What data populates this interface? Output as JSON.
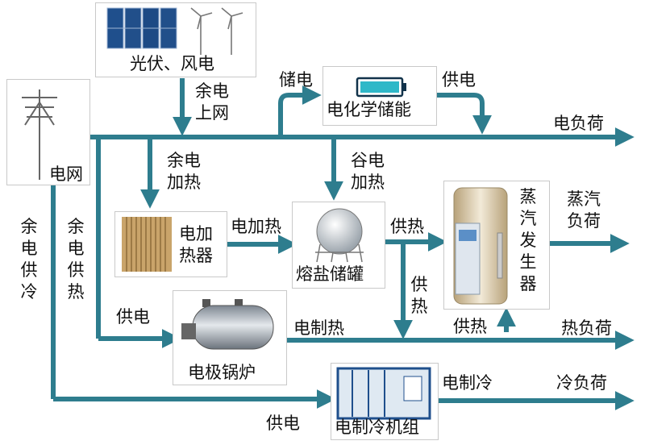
{
  "nodes": {
    "pv_wind": "光伏、风电",
    "grid": "电网",
    "battery": "电化学储能",
    "heater": "电加热器",
    "salt_tank": "熔盐储罐",
    "steam_gen": "蒸汽发生器",
    "boiler": "电极锅炉",
    "chiller": "电制冷机组"
  },
  "loads": {
    "electric": "电负荷",
    "steam": "蒸汽负荷",
    "heat": "热负荷",
    "cold": "冷负荷"
  },
  "flows": {
    "surplus_to_grid": "余电上网",
    "store": "储电",
    "supply_from_storage": "供电",
    "surplus_heating": "余电加热",
    "valley_heating": "谷电加热",
    "electric_heat_to_tank": "电加热",
    "tank_supply_heat": "供热",
    "tank_supply_heat_down": "供热",
    "steam_supply_heat": "供热",
    "surplus_cooling": "余电供冷",
    "surplus_heat": "余电供热",
    "supply_to_boiler": "供电",
    "boiler_heat": "电制热",
    "chiller_supply": "供电",
    "chiller_cold": "电制冷"
  },
  "colors": {
    "flow": "#2e7d8e"
  },
  "icons": [
    "solar-panel-icon",
    "wind-turbine-icon",
    "utility-pole-icon",
    "battery-icon",
    "heater-panel-icon",
    "spherical-tank-icon",
    "steam-generator-icon",
    "boiler-icon",
    "chiller-unit-icon"
  ]
}
